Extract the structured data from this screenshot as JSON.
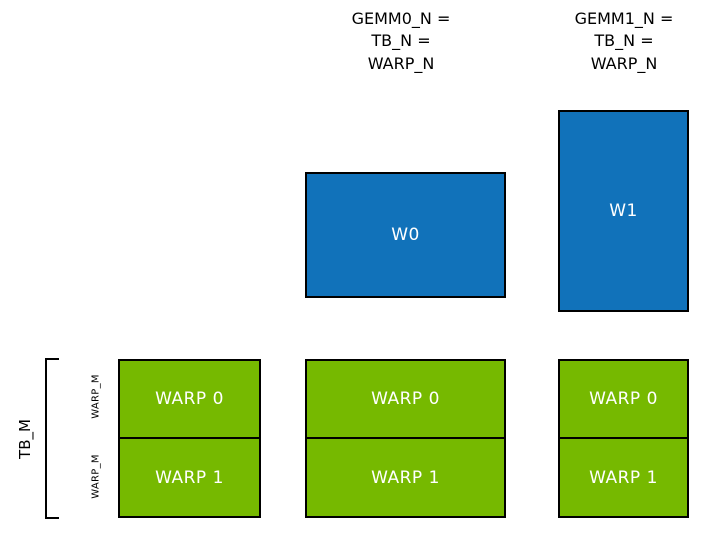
{
  "colors": {
    "blue": "#1172BA",
    "green": "#76B900",
    "border": "#000000",
    "box_text": "#FFFFFF",
    "label_text": "#000000"
  },
  "top_labels": {
    "col_mid": "GEMM0_N =\nTB_N =\nWARP_N",
    "col_right": "GEMM1_N =\nTB_N =\nWARP_N"
  },
  "blue_boxes": {
    "w0": "W0",
    "w1": "W1"
  },
  "left_labels": {
    "tb_m": "TB_M",
    "warp_m_top": "WARP_M",
    "warp_m_bottom": "WARP_M"
  },
  "warp_columns": [
    {
      "warps": [
        "WARP 0",
        "WARP 1"
      ]
    },
    {
      "warps": [
        "WARP 0",
        "WARP 1"
      ]
    },
    {
      "warps": [
        "WARP 0",
        "WARP 1"
      ]
    }
  ]
}
